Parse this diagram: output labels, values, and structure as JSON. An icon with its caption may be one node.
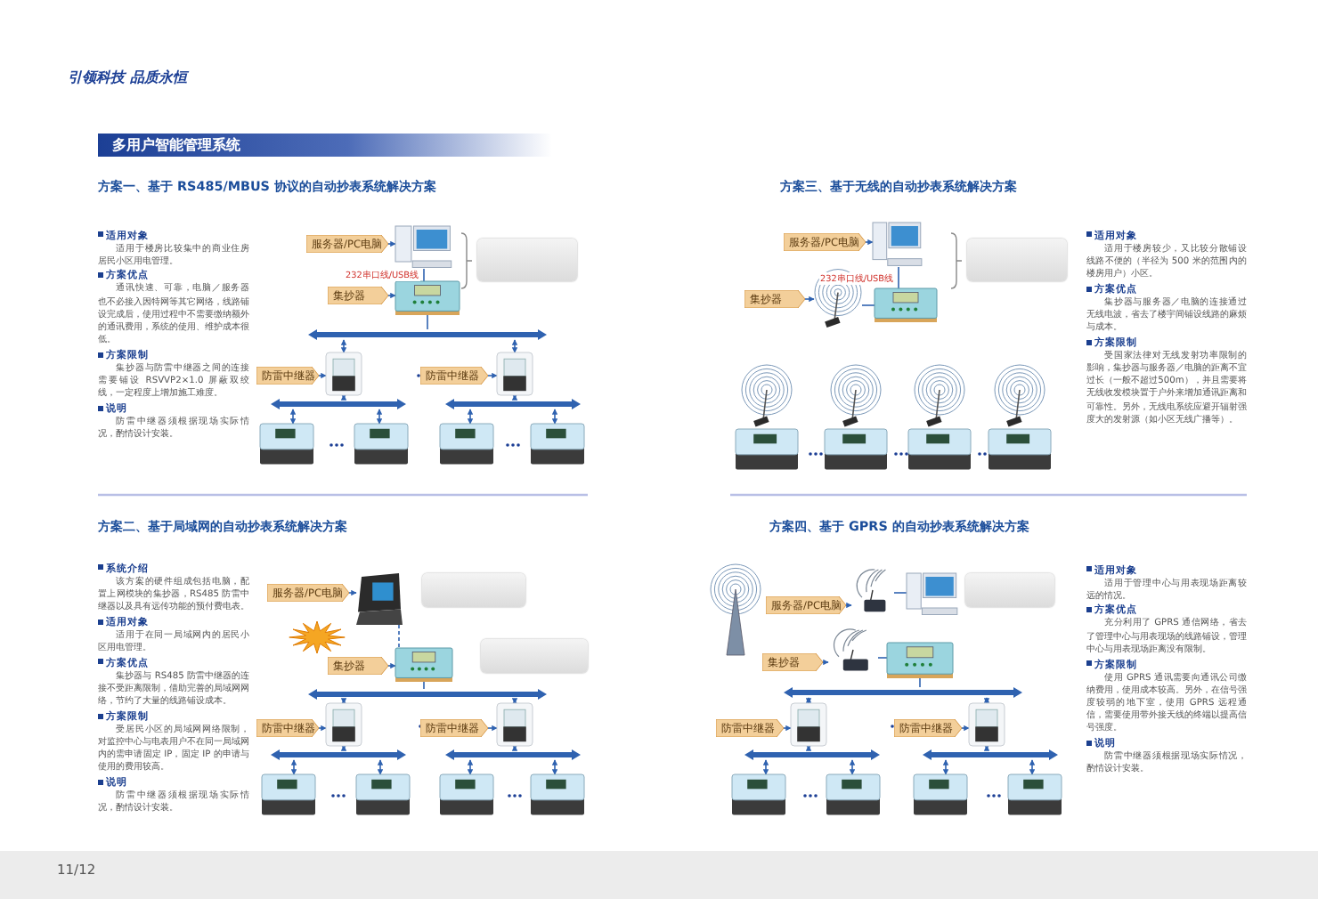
{
  "diagram": {
    "title": "多用户智能管理系统",
    "nodes": [
      {
        "text": [
          "服务器/PC电脑"
        ]
      },
      {
        "text": [],
        "shape": "picture"
      },
      {
        "text": [
          "集抄器"
        ]
      },
      {
        "text": [],
        "shape": "picture"
      },
      {
        "text": [],
        "shape": "box"
      },
      {
        "text": [],
        "shape": "bar"
      },
      {
        "text": [
          "防雷中继器"
        ]
      },
      {
        "text": [],
        "shape": "picture"
      },
      {
        "text": [
          "防雷中继器"
        ]
      },
      {
        "text": [],
        "shape": "picture"
      },
      {
        "text": [],
        "shape": "bar"
      },
      {
        "text": [],
        "shape": "bar"
      },
      {
        "text": [],
        "shape": "picture"
      },
      {
        "text": [],
        "shape": "picture"
      },
      {
        "text": [],
        "shape": "picture"
      },
      {
        "text": [],
        "shape": "picture"
      },
      {
        "text": [
          "服务器/PC电脑"
        ]
      },
      {
        "text": [],
        "shape": "picture"
      },
      {
        "text": [],
        "shape": "box"
      },
      {
        "text": [
          "集抄器"
        ]
      },
      {
        "text": [],
        "shape": "picture"
      },
      {
        "text": [],
        "shape": "box"
      },
      {
        "text": [],
        "shape": "bar"
      },
      {
        "text": [
          "防雷中继器"
        ]
      },
      {
        "text": [],
        "shape": "picture"
      },
      {
        "text": [
          "防雷中继器"
        ]
      },
      {
        "text": [],
        "shape": "picture"
      },
      {
        "text": [],
        "shape": "bar"
      },
      {
        "text": [],
        "shape": "bar"
      },
      {
        "text": [],
        "shape": "picture"
      },
      {
        "text": [],
        "shape": "picture"
      },
      {
        "text": [],
        "shape": "picture"
      },
      {
        "text": [],
        "shape": "picture"
      },
      {
        "text": [
          "服务器/PC电脑"
        ]
      },
      {
        "text": [],
        "shape": "picture"
      },
      {
        "text": [],
        "shape": "picture"
      },
      {
        "text": [
          "集抄器"
        ]
      },
      {
        "text": [],
        "shape": "picture"
      },
      {
        "text": [],
        "shape": "box"
      },
      {
        "text": [],
        "shape": "picture"
      },
      {
        "text": [],
        "shape": "picture"
      },
      {
        "text": [],
        "shape": "picture"
      },
      {
        "text": [],
        "shape": "picture"
      },
      {
        "text": [],
        "shape": "picture"
      },
      {
        "text": [
          "服务器/PC电脑"
        ]
      },
      {
        "text": [],
        "shape": "picture"
      },
      {
        "text": [],
        "shape": "picture"
      },
      {
        "text": [],
        "shape": "box"
      },
      {
        "text": [],
        "shape": "picture"
      },
      {
        "text": [
          "集抄器"
        ]
      },
      {
        "text": [],
        "shape": "picture"
      },
      {
        "text": [],
        "shape": "bar"
      },
      {
        "text": [
          "防雷中继器"
        ]
      },
      {
        "text": [],
        "shape": "picture"
      },
      {
        "text": [
          "防雷中继器"
        ]
      },
      {
        "text": [],
        "shape": "picture"
      },
      {
        "text": [],
        "shape": "bar"
      },
      {
        "text": [],
        "shape": "bar"
      },
      {
        "text": [],
        "shape": "picture"
      },
      {
        "text": [],
        "shape": "picture"
      },
      {
        "text": [],
        "shape": "picture"
      },
      {
        "text": [],
        "shape": "picture"
      }
    ],
    "edges": [
      {
        "from": 0,
        "to": 1,
        "arrow": "to"
      },
      {
        "from": 1,
        "to": 3,
        "arrow": "none",
        "label": "232串口线/USB线"
      },
      {
        "from": 2,
        "to": 3,
        "arrow": "to"
      },
      {
        "from": 3,
        "to": 5,
        "arrow": "none"
      },
      {
        "from": 5,
        "to": 7,
        "arrow": "both"
      },
      {
        "from": 5,
        "to": 9,
        "arrow": "both"
      },
      {
        "from": 6,
        "to": 7,
        "arrow": "to"
      },
      {
        "from": 8,
        "to": 9,
        "arrow": "to"
      },
      {
        "from": 7,
        "to": 10,
        "arrow": "both"
      },
      {
        "from": 9,
        "to": 11,
        "arrow": "both"
      },
      {
        "from": 10,
        "to": 12,
        "arrow": "both"
      },
      {
        "from": 10,
        "to": 13,
        "arrow": "both"
      },
      {
        "from": 11,
        "to": 14,
        "arrow": "both"
      },
      {
        "from": 11,
        "to": 15,
        "arrow": "both"
      },
      {
        "from": 16,
        "to": 17,
        "arrow": "to"
      },
      {
        "from": 17,
        "to": 20,
        "arrow": "none",
        "style": "dashed"
      },
      {
        "from": 19,
        "to": 20,
        "arrow": "to"
      },
      {
        "from": 20,
        "to": 22,
        "arrow": "none"
      },
      {
        "from": 22,
        "to": 24,
        "arrow": "both"
      },
      {
        "from": 22,
        "to": 26,
        "arrow": "both"
      },
      {
        "from": 23,
        "to": 24,
        "arrow": "to"
      },
      {
        "from": 25,
        "to": 26,
        "arrow": "to"
      },
      {
        "from": 24,
        "to": 27,
        "arrow": "both"
      },
      {
        "from": 26,
        "to": 28,
        "arrow": "both"
      },
      {
        "from": 27,
        "to": 29,
        "arrow": "both"
      },
      {
        "from": 27,
        "to": 30,
        "arrow": "both"
      },
      {
        "from": 28,
        "to": 31,
        "arrow": "both"
      },
      {
        "from": 28,
        "to": 32,
        "arrow": "both"
      },
      {
        "from": 33,
        "to": 34,
        "arrow": "to"
      },
      {
        "from": 34,
        "to": 37,
        "arrow": "none",
        "label": "232串口线/USB线"
      },
      {
        "from": 35,
        "to": 37,
        "arrow": "none"
      },
      {
        "from": 36,
        "to": 35,
        "arrow": "to"
      },
      {
        "from": 44,
        "to": 45,
        "arrow": "to"
      },
      {
        "from": 45,
        "to": 46,
        "arrow": "none"
      },
      {
        "from": 48,
        "to": 50,
        "arrow": "none"
      },
      {
        "from": 49,
        "to": 48,
        "arrow": "to"
      },
      {
        "from": 50,
        "to": 51,
        "arrow": "none"
      },
      {
        "from": 51,
        "to": 53,
        "arrow": "both"
      },
      {
        "from": 51,
        "to": 55,
        "arrow": "both"
      },
      {
        "from": 52,
        "to": 53,
        "arrow": "to"
      },
      {
        "from": 54,
        "to": 55,
        "arrow": "to"
      },
      {
        "from": 53,
        "to": 56,
        "arrow": "both"
      },
      {
        "from": 55,
        "to": 57,
        "arrow": "both"
      },
      {
        "from": 56,
        "to": 58,
        "arrow": "both"
      },
      {
        "from": 56,
        "to": 59,
        "arrow": "both"
      },
      {
        "from": 57,
        "to": 60,
        "arrow": "both"
      },
      {
        "from": 57,
        "to": 61,
        "arrow": "both"
      }
    ],
    "labels": [
      "引领科技 品质永恒",
      "方案一、基于 RS485/MBUS 协议的自动抄表系统解决方案",
      "适用对象",
      "适用于楼房比较集中的商业住房居民小区用电管理。",
      "方案优点",
      "通讯快速、可靠，电脑／服务器也不必接入因特网等其它网络，线路铺设完成后，使用过程中不需要缴纳额外的通讯费用，系统的使用、维护成本很低。",
      "方案限制",
      "集抄器与防雷中继器之间的连接需要铺设 RSVVP2×1.0 屏蔽双绞线，一定程度上增加施工难度。",
      "说明",
      "防雷中继器须根据现场实际情况，酌情设计安装。",
      "方案二、基于局域网的自动抄表系统解决方案",
      "系统介绍",
      "该方案的硬件组成包括电脑，配置上网模块的集抄器，RS485 防雷中继器以及具有远传功能的预付费电表。",
      "适用对象",
      "适用于在同一局域网内的居民小区用电管理。",
      "方案优点",
      "集抄器与 RS485 防雷中继器的连接不受距离限制，借助完善的局域网网络，节约了大量的线路铺设成本。",
      "方案限制",
      "受居民小区的局域网网络限制，对监控中心与电表用户不在同一局域网内的需申请固定 IP，固定 IP 的申请与使用的费用较高。",
      "说明",
      "防雷中继器须根据现场实际情况，酌情设计安装。",
      "方案三、基于无线的自动抄表系统解决方案",
      "适用对象",
      "适用于楼房较少，又比较分散铺设线路不便的（半径为 500 米的范围内的楼房用户）小区。",
      "方案优点",
      "集抄器与服务器／电脑的连接通过无线电波，省去了楼宇间铺设线路的麻烦与成本。",
      "方案限制",
      "受国家法律对无线发射功率限制的影响，集抄器与服务器／电脑的距离不宜过长（一般不超过500m），并且需要将无线收发模块置于户外来增加通讯距离和可靠性。另外，无线电系统应避开辐射强度大的发射源（如小区无线广播等）。",
      "方案四、基于 GPRS 的自动抄表系统解决方案",
      "适用对象",
      "适用于管理中心与用表现场距离较远的情况。",
      "方案优点",
      "充分利用了 GPRS 通信网络，省去了管理中心与用表现场的线路铺设，管理中心与用表现场距离没有限制。",
      "方案限制",
      "使用 GPRS 通讯需要向通讯公司缴纳费用，使用成本较高。另外，在信号强度较弱的地下室，使用 GPRS 远程通信，需要使用带外接天线的终端以提高信号强度。",
      "说明",
      "防雷中继器须根据现场实际情况，酌情设计安装。",
      "11/12"
    ]
  }
}
